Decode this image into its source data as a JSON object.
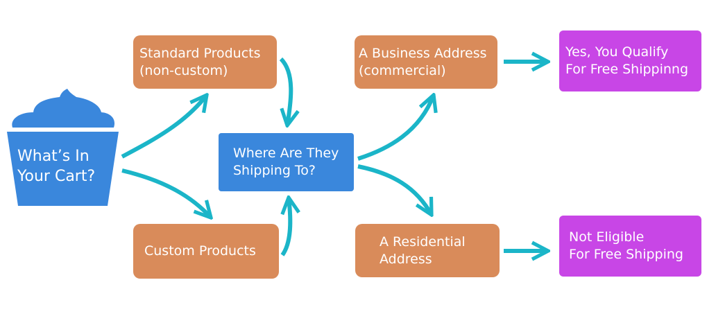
{
  "nodes": {
    "cart": {
      "lines": [
        "What’s In",
        "Your Cart?"
      ]
    },
    "standard_products": {
      "lines": [
        "Standard Products",
        "(non-custom)"
      ]
    },
    "custom_products": {
      "lines": [
        "Custom Products"
      ]
    },
    "where_shipping": {
      "lines": [
        "Where Are They",
        "Shipping To?"
      ]
    },
    "business_address": {
      "lines": [
        "A Business Address",
        "(commercial)"
      ]
    },
    "residential_address": {
      "lines": [
        "A Residential",
        "Address"
      ]
    },
    "qualify": {
      "lines": [
        "Yes, You Qualify",
        "For Free Shippinng"
      ]
    },
    "not_eligible": {
      "lines": [
        "Not Eligible",
        "For Free Shipping"
      ]
    }
  },
  "edges": [
    {
      "from": "cart",
      "to": "standard_products"
    },
    {
      "from": "cart",
      "to": "custom_products"
    },
    {
      "from": "standard_products",
      "to": "where_shipping"
    },
    {
      "from": "custom_products",
      "to": "where_shipping"
    },
    {
      "from": "where_shipping",
      "to": "business_address"
    },
    {
      "from": "where_shipping",
      "to": "residential_address"
    },
    {
      "from": "business_address",
      "to": "qualify"
    },
    {
      "from": "residential_address",
      "to": "not_eligible"
    }
  ],
  "colors": {
    "product_box": "#d98b5a",
    "shipping_box": "#3a87dc",
    "cart_shape": "#3a87dc",
    "result_box": "#c846e6",
    "arrow": "#1bb5c8",
    "text": "#ffffff"
  },
  "icons": {
    "cart": "cupcake-bucket-shape"
  }
}
